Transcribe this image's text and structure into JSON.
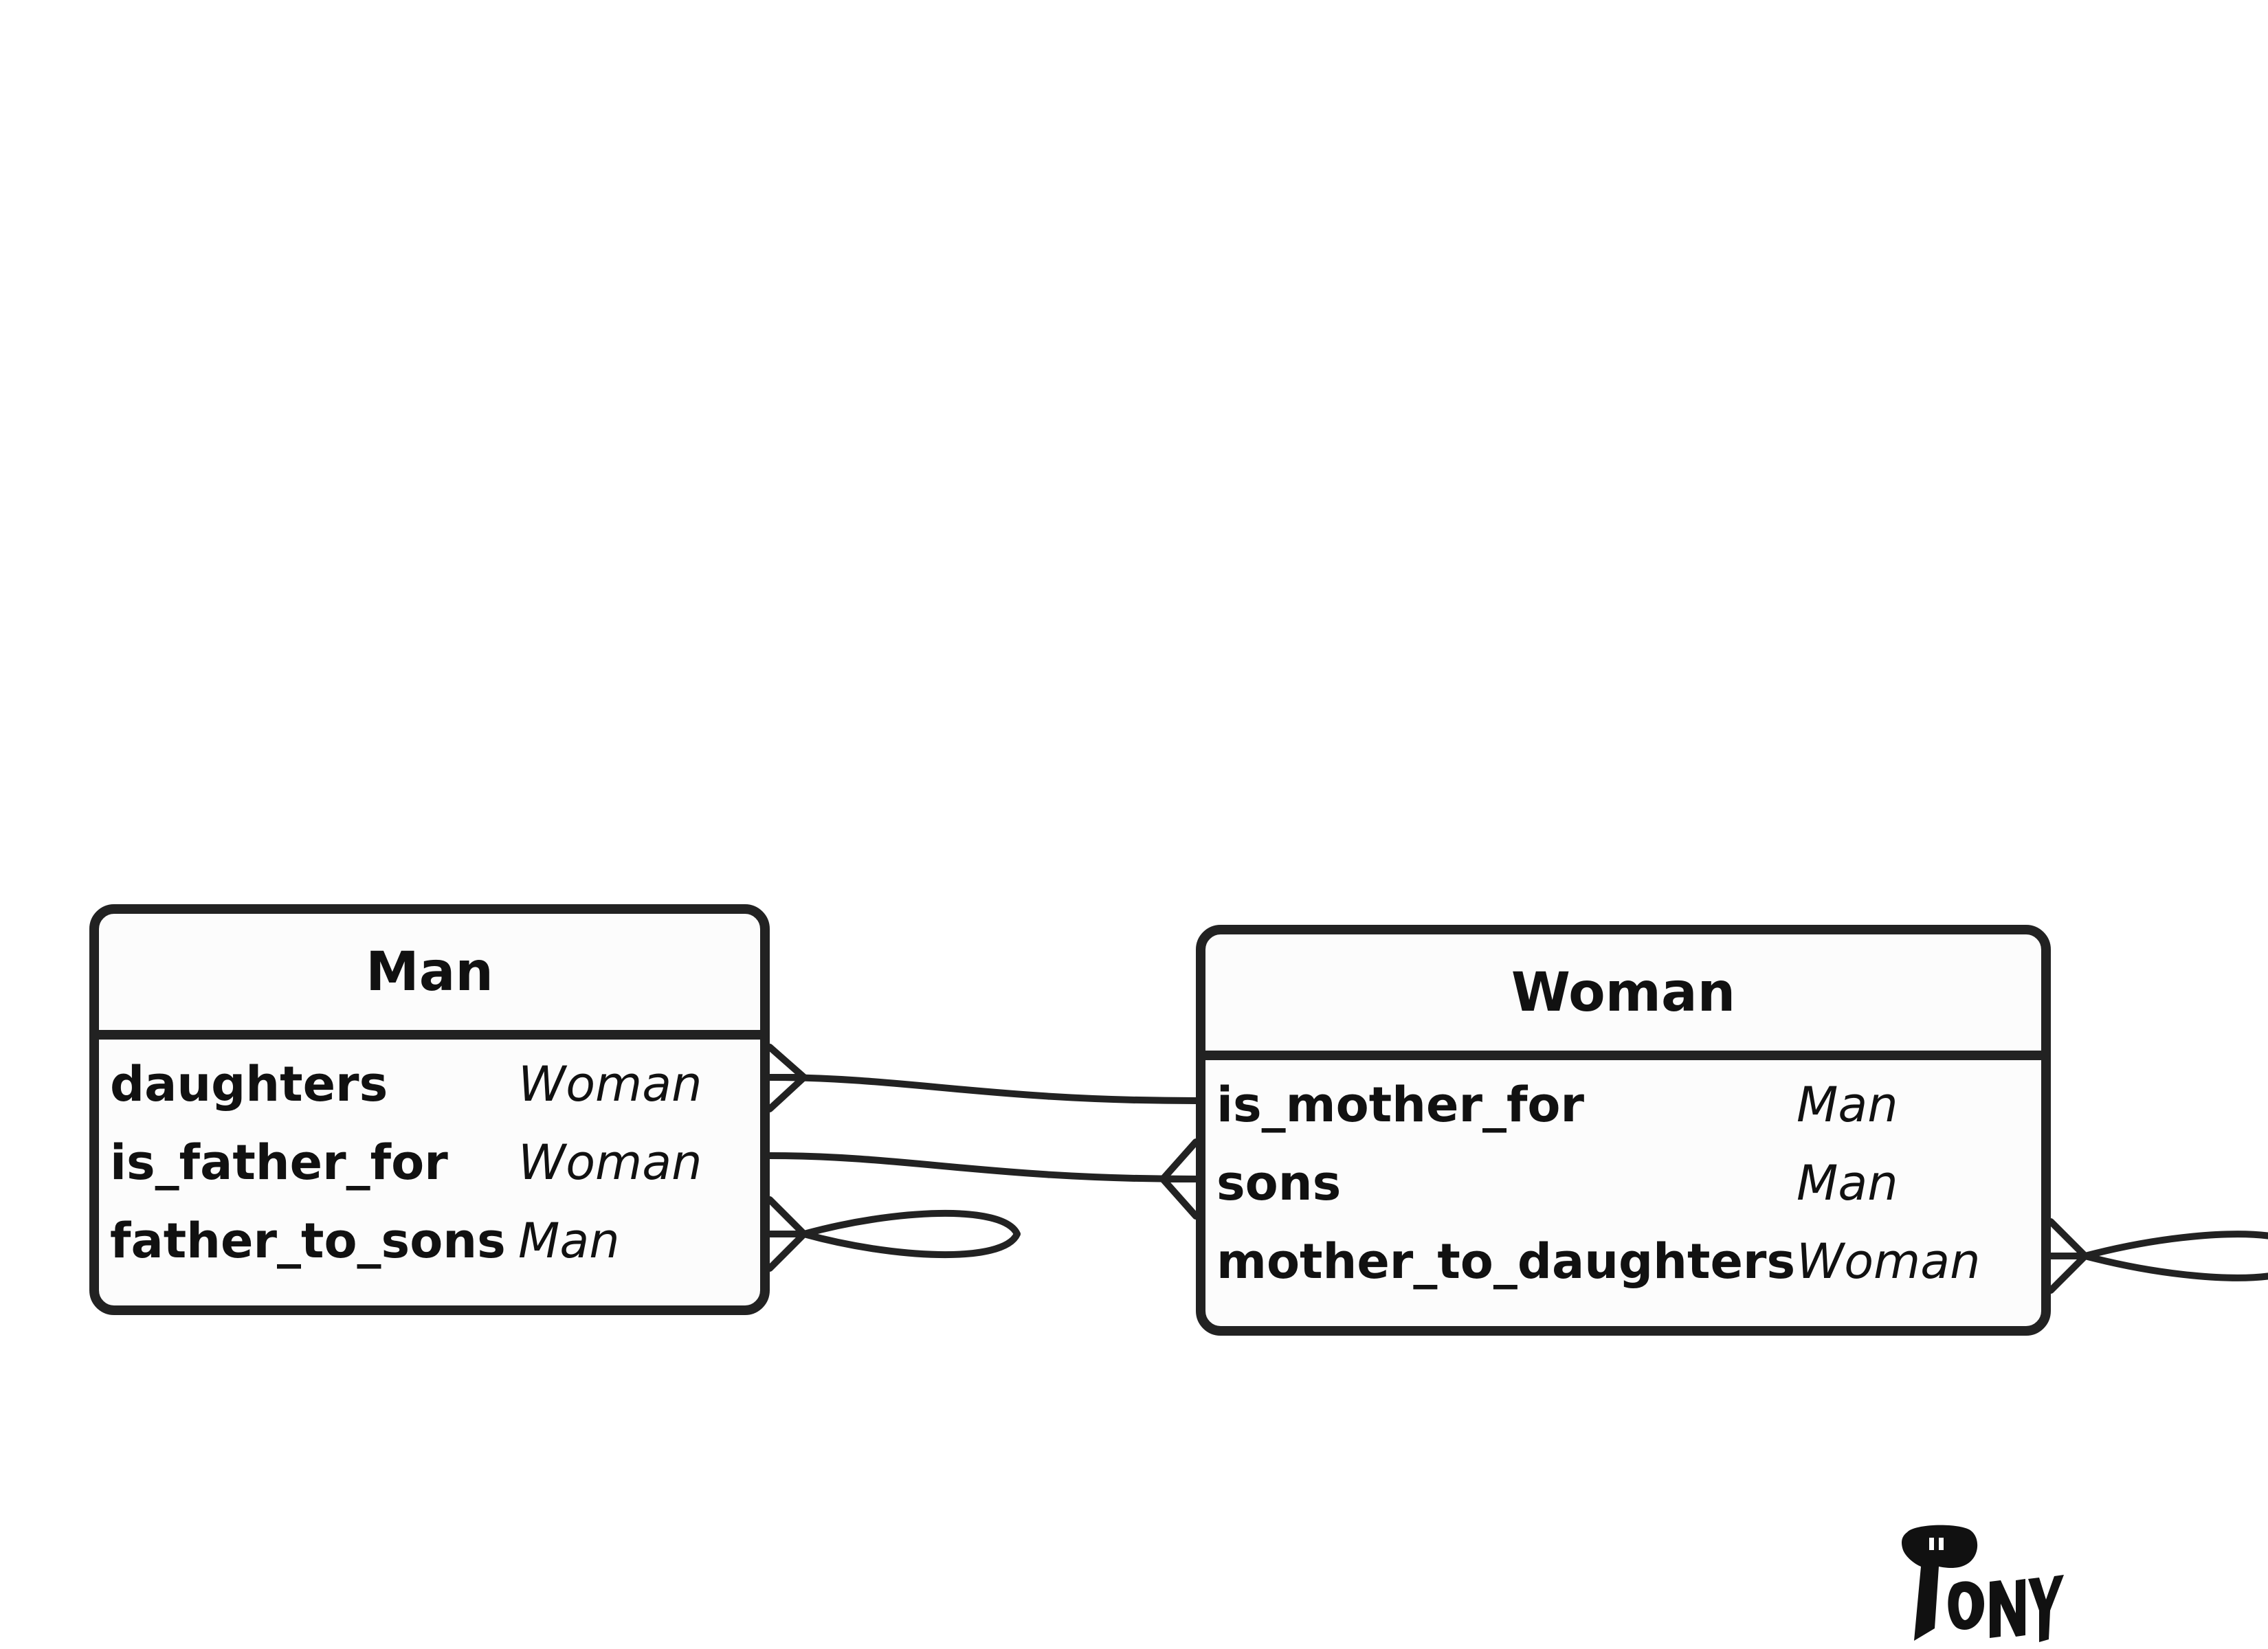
{
  "diagram": {
    "entities": [
      {
        "name": "Man",
        "attributes": [
          {
            "name": "daughters",
            "type": "Woman"
          },
          {
            "name": "is_father_for",
            "type": "Woman"
          },
          {
            "name": "father_to_sons",
            "type": "Man"
          }
        ]
      },
      {
        "name": "Woman",
        "attributes": [
          {
            "name": "is_mother_for",
            "type": "Man"
          },
          {
            "name": "sons",
            "type": "Man"
          },
          {
            "name": "mother_to_daughters",
            "type": "Woman"
          }
        ]
      }
    ],
    "relationships": [
      {
        "from": "Man.daughters",
        "to": "Woman.is_mother_for",
        "from_end": "many",
        "to_end": "one"
      },
      {
        "from": "Man.is_father_for",
        "to": "Woman.sons",
        "from_end": "one",
        "to_end": "many"
      },
      {
        "from": "Man.father_to_sons",
        "to": "Man.father_to_sons",
        "from_end": "many",
        "to_end": "many",
        "self": true
      },
      {
        "from": "Woman.mother_to_daughters",
        "to": "Woman.mother_to_daughters",
        "from_end": "many",
        "to_end": "many",
        "self": true
      }
    ],
    "line_color": "#222222",
    "box_fill": "#fcfcfc",
    "logo": {
      "text": "PONY",
      "icon": "pony-logo-icon"
    }
  }
}
